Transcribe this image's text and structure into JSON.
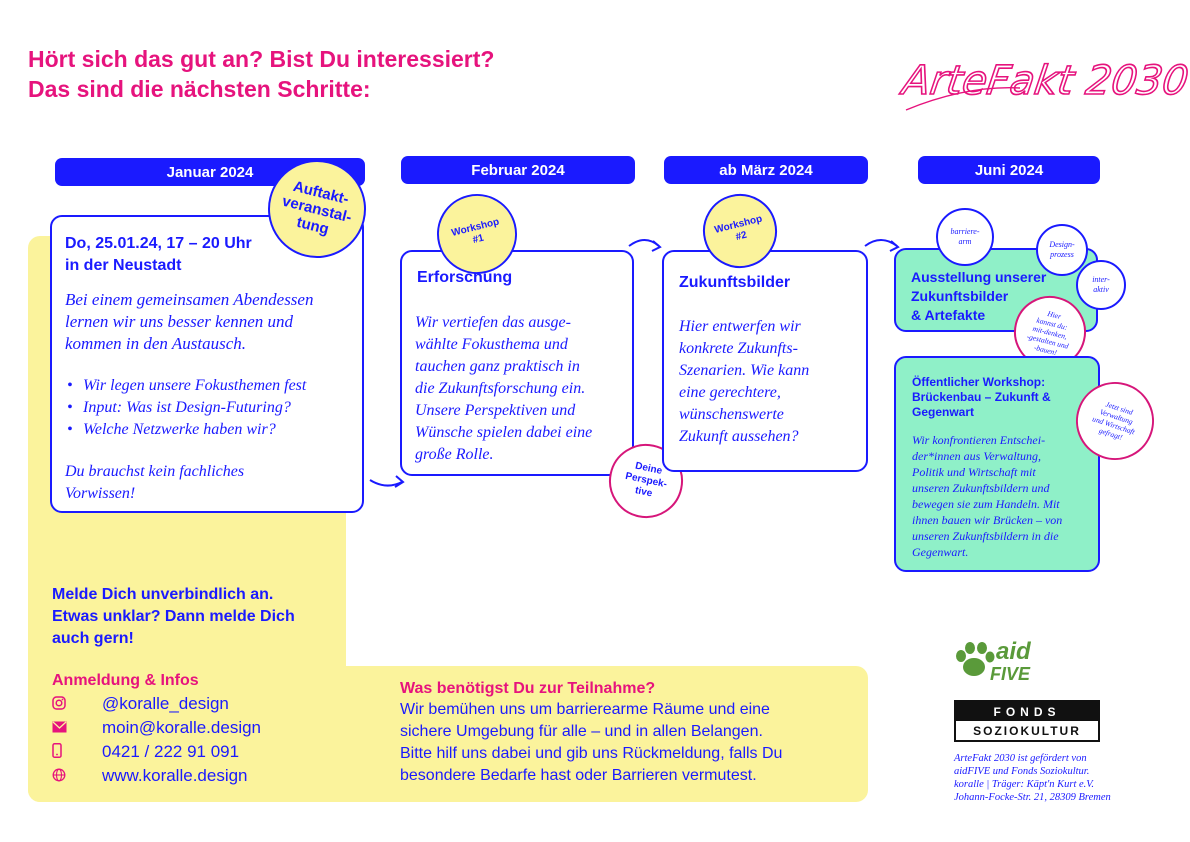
{
  "headline": {
    "line1": "Hört sich das gut an? Bist Du interessiert?",
    "line2": "Das sind die nächsten Schritte:"
  },
  "logo_text": "ArteFakt 2030",
  "months": [
    "Januar 2024",
    "Februar 2024",
    "ab März 2024",
    "Juni 2024"
  ],
  "january": {
    "badge_line1": "Auftakt-",
    "badge_line2": "veranstal-",
    "badge_line3": "tung",
    "date_line1": "Do, 25.01.24, 17 – 20 Uhr",
    "date_line2": "in der Neustadt",
    "intro_line1": "Bei einem gemeinsamen Abendessen",
    "intro_line2": "lernen wir uns besser kennen und",
    "intro_line3": "kommen in den Austausch.",
    "bullets": [
      "Wir legen unsere  Fokusthemen fest",
      "Input: Was ist Design-Futuring?",
      "Welche Netzwerke haben wir?"
    ],
    "note_line1": "Du brauchst kein fachliches",
    "note_line2": "Vorwissen!"
  },
  "february": {
    "badge_line1": "Workshop",
    "badge_line2": "#1",
    "title": "Erforschung",
    "text_lines": [
      "Wir vertiefen das ausge-",
      "wählte Fokusthema und",
      "tauchen ganz praktisch in",
      "die Zukunftsforschung ein.",
      "Unsere Perspektiven und",
      "Wünsche spielen dabei eine",
      "große Rolle."
    ],
    "perspective_line1": "Deine",
    "perspective_line2": "Perspek-",
    "perspective_line3": "tive"
  },
  "march": {
    "badge_line1": "Workshop",
    "badge_line2": "#2",
    "title": "Zukunftsbilder",
    "text_lines": [
      "Hier entwerfen wir",
      "konkrete Zukunfts-",
      "Szenarien. Wie kann",
      "eine gerechtere,",
      "wünschenswerte",
      "Zukunft aussehen?"
    ]
  },
  "june": {
    "tag_barrier_line1": "barriere-",
    "tag_barrier_line2": "arm",
    "tag_design_line1": "Design-",
    "tag_design_line2": "prozess",
    "tag_interactive_line1": "inter-",
    "tag_interactive_line2": "aktiv",
    "exhibition_line1": "Ausstellung unserer",
    "exhibition_line2": "Zukunftsbilder",
    "exhibition_line3": "& Artefakte",
    "pink1_lines": [
      "Hier",
      "kannst du:",
      "mit-denken,",
      "-gestalten und",
      "-bauen!"
    ],
    "workshop_title_line1": "Öffentlicher Workshop:",
    "workshop_title_line2": "Brückenbau – Zukunft &",
    "workshop_title_line3": "Gegenwart",
    "pink2_lines": [
      "Jetzt sind",
      "Verwaltung",
      "und Wirtschaft",
      "gefragt!"
    ],
    "workshop_text_lines": [
      "Wir konfrontieren Entschei-",
      "der*innen aus Verwaltung,",
      "Politik und Wirtschaft mit",
      "unseren Zukunftsbildern und",
      "bewegen sie zum Handeln. Mit",
      "ihnen bauen wir Brücken – von",
      "unseren Zukunftsbildern in die",
      "Gegenwart."
    ]
  },
  "signup": {
    "line1": "Melde Dich unverbindlich an.",
    "line2": "Etwas unklar? Dann melde Dich",
    "line3": "auch gern!"
  },
  "contact": {
    "heading": "Anmeldung & Infos",
    "rows": [
      {
        "icon": "instagram-icon",
        "text": "@koralle_design"
      },
      {
        "icon": "mail-icon",
        "text": "moin@koralle.design"
      },
      {
        "icon": "phone-icon",
        "text": "0421 / 222 91 091"
      },
      {
        "icon": "globe-icon",
        "text": "www.koralle.design"
      }
    ]
  },
  "needs": {
    "heading": "Was benötigst Du zur Teilnahme?",
    "lines": [
      "Wir bemühen uns um barrierearme Räume und eine",
      "sichere Umgebung für alle – und in allen Belangen.",
      "Bitte hilf uns dabei und gib uns Rückmeldung, falls Du",
      "besondere Bedarfe hast oder Barrieren vermutest."
    ]
  },
  "sponsors": {
    "aid_line1": "aid",
    "aid_line2": "FIVE",
    "fonds_top": "FONDS",
    "fonds_bottom": "SOZIOKULTUR",
    "credit_lines": [
      "ArteFakt 2030 ist gefördert von",
      "aidFIVE und Fonds Soziokultur.",
      "koralle | Träger: Käpt'n Kurt e.V.",
      "Johann-Focke-Str. 21, 28309 Bremen"
    ]
  },
  "colors": {
    "blue": "#1a1aff",
    "pink": "#e6137d",
    "yellow": "#fbf39c",
    "green": "#8ff0c8",
    "aid_green": "#5a9a3a"
  }
}
